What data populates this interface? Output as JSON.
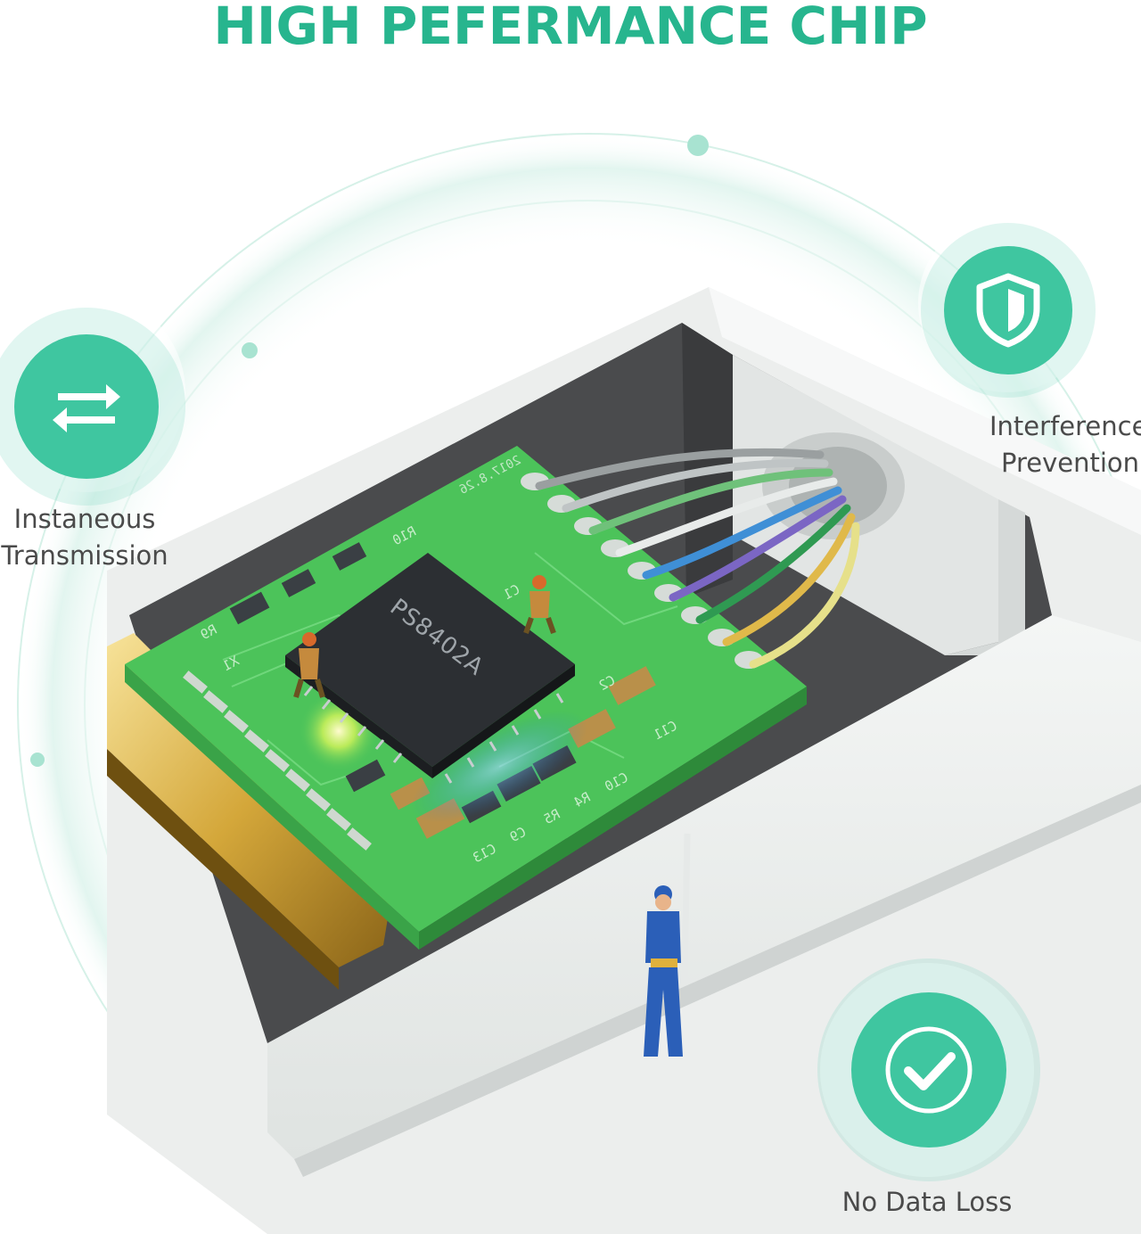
{
  "header": {
    "title": "HIGH PEFERMANCE CHIP"
  },
  "chip": {
    "part_number": "PS8402A",
    "board_date": "2017.8.26",
    "silkscreen": [
      "R10",
      "R9",
      "C1",
      "C2",
      "X1",
      "C11",
      "C10",
      "R4",
      "R5",
      "C9",
      "C13"
    ]
  },
  "features": [
    {
      "icon": "swap-arrows-icon",
      "line1": "Instaneous",
      "line2": "Transmission"
    },
    {
      "icon": "shield-icon",
      "line1": "Interference",
      "line2": "Prevention"
    },
    {
      "icon": "checkmark-icon",
      "line1": "No Data Loss",
      "line2": ""
    }
  ],
  "colors": {
    "accent": "#27b58e",
    "badge": "#3fc6a0",
    "pcb": "#4cc35a",
    "housing": "#e9ecea"
  }
}
